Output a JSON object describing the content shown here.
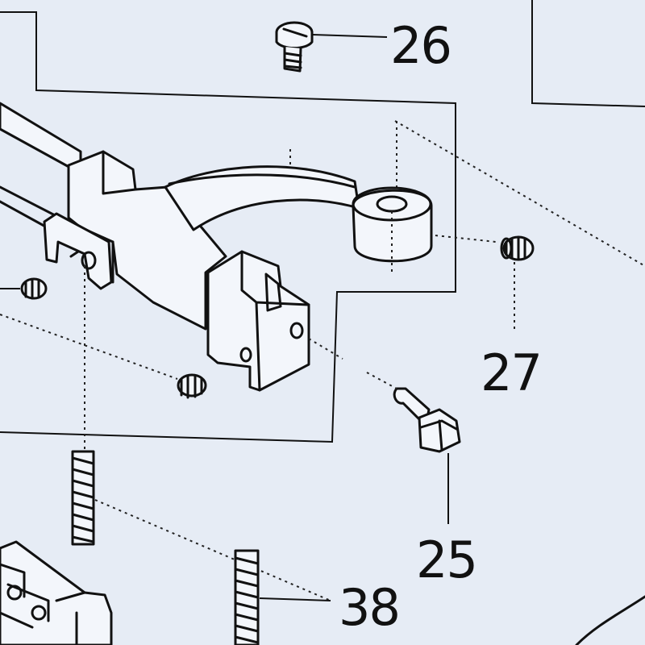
{
  "diagram": {
    "callouts": [
      {
        "id": "26",
        "label": "26"
      },
      {
        "id": "27",
        "label": "27"
      },
      {
        "id": "25",
        "label": "25"
      },
      {
        "id": "38",
        "label": "38"
      }
    ],
    "colors": {
      "background": "#e6ecf5",
      "ink": "#111111"
    },
    "icons": [
      "screw-icon",
      "set-screw-icon",
      "pin-icon",
      "spring-icon"
    ]
  }
}
